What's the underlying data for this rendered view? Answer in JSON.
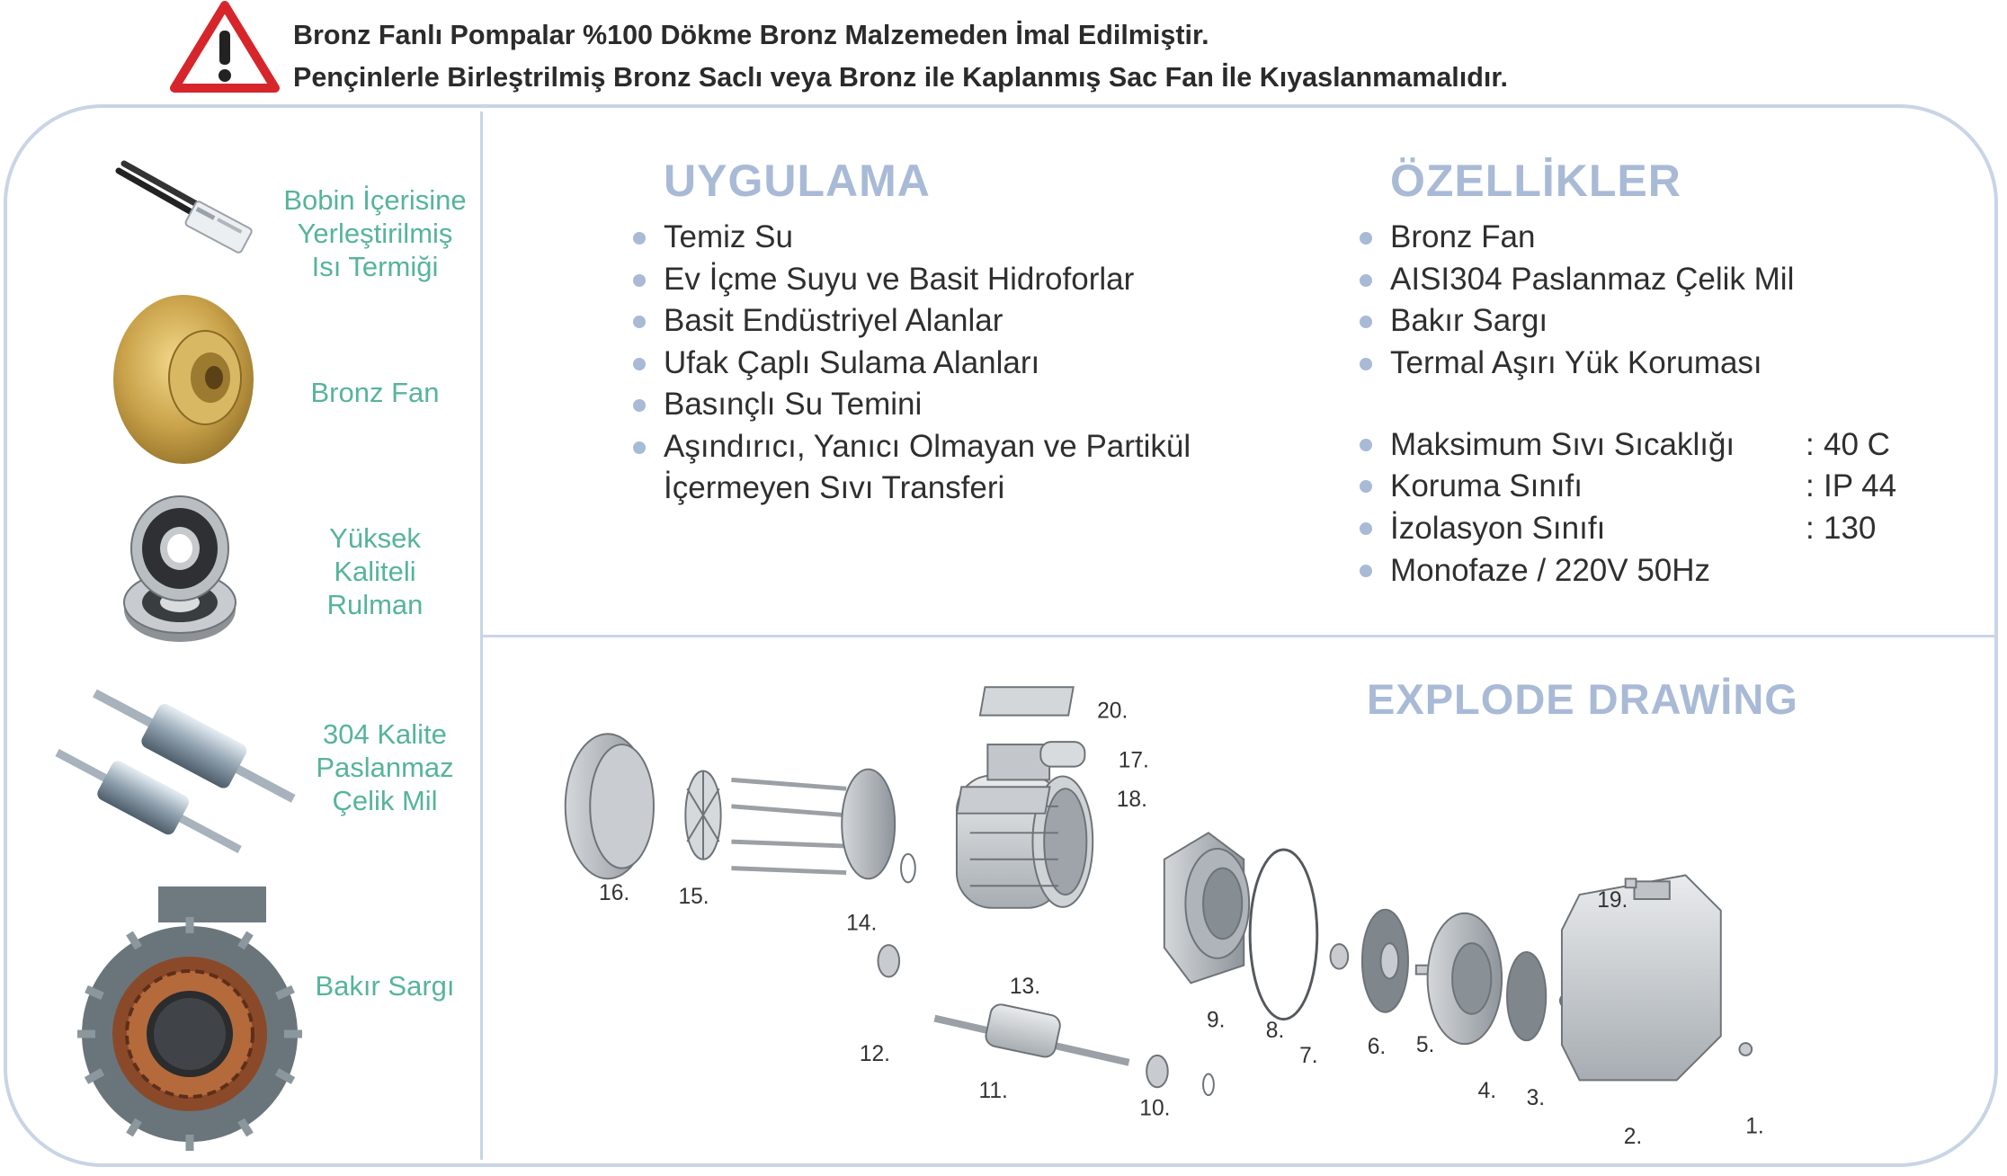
{
  "warning": {
    "line1": "Bronz Fanlı Pompalar %100 Dökme Bronz Malzemeden İmal Edilmiştir.",
    "line2": "Pençinlerle Birleştrilmiş Bronz Saclı veya Bronz ile Kaplanmış Sac Fan İle Kıyaslanmamalıdır.",
    "icon": "warning-triangle-icon",
    "color": "#d6262b"
  },
  "features": [
    {
      "label": "Bobin İçerisine\nYerleştirilmiş\nIsı Termiği",
      "icon": "thermal-sensor-image"
    },
    {
      "label": "Bronz Fan",
      "icon": "bronze-impeller-image"
    },
    {
      "label": "Yüksek\nKaliteli\nRulman",
      "icon": "ball-bearing-image"
    },
    {
      "label": "304 Kalite\nPaslanmaz\nÇelik Mil",
      "icon": "stainless-shaft-image"
    },
    {
      "label": "Bakır Sargı",
      "icon": "copper-winding-image"
    }
  ],
  "uygulama": {
    "title": "UYGULAMA",
    "items": [
      "Temiz Su",
      "Ev İçme Suyu ve Basit Hidroforlar",
      "Basit Endüstriyel Alanlar",
      "Ufak Çaplı Sulama Alanları",
      "Basınçlı Su Temini",
      "Aşındırıcı, Yanıcı Olmayan ve Partikül\nİçermeyen Sıvı Transferi"
    ]
  },
  "ozellikler": {
    "title": "ÖZELLİKLER",
    "items": [
      "Bronz Fan",
      "AISI304 Paslanmaz Çelik Mil",
      "Bakır Sargı",
      "Termal Aşırı Yük Koruması"
    ],
    "specs": [
      {
        "label": "Maksimum Sıvı Sıcaklığı",
        "sep": ":",
        "value": "40 C"
      },
      {
        "label": "Koruma Sınıfı",
        "sep": ":",
        "value": "IP 44"
      },
      {
        "label": "İzolasyon Sınıfı",
        "sep": ":",
        "value": "130"
      },
      {
        "label": "Monofaze / 220V 50Hz",
        "sep": "",
        "value": ""
      }
    ]
  },
  "explode": {
    "title": "EXPLODE DRAWİNG",
    "parts": [
      "1.",
      "2.",
      "3.",
      "4.",
      "5.",
      "6.",
      "7.",
      "8.",
      "9.",
      "10.",
      "11.",
      "12.",
      "13.",
      "14.",
      "15.",
      "16.",
      "17.",
      "18.",
      "19.",
      "20."
    ]
  },
  "colors": {
    "accent_green": "#56b49a",
    "heading_blue": "#a8bad6",
    "frame": "#c9d4e6",
    "warning_red": "#d6262b"
  }
}
